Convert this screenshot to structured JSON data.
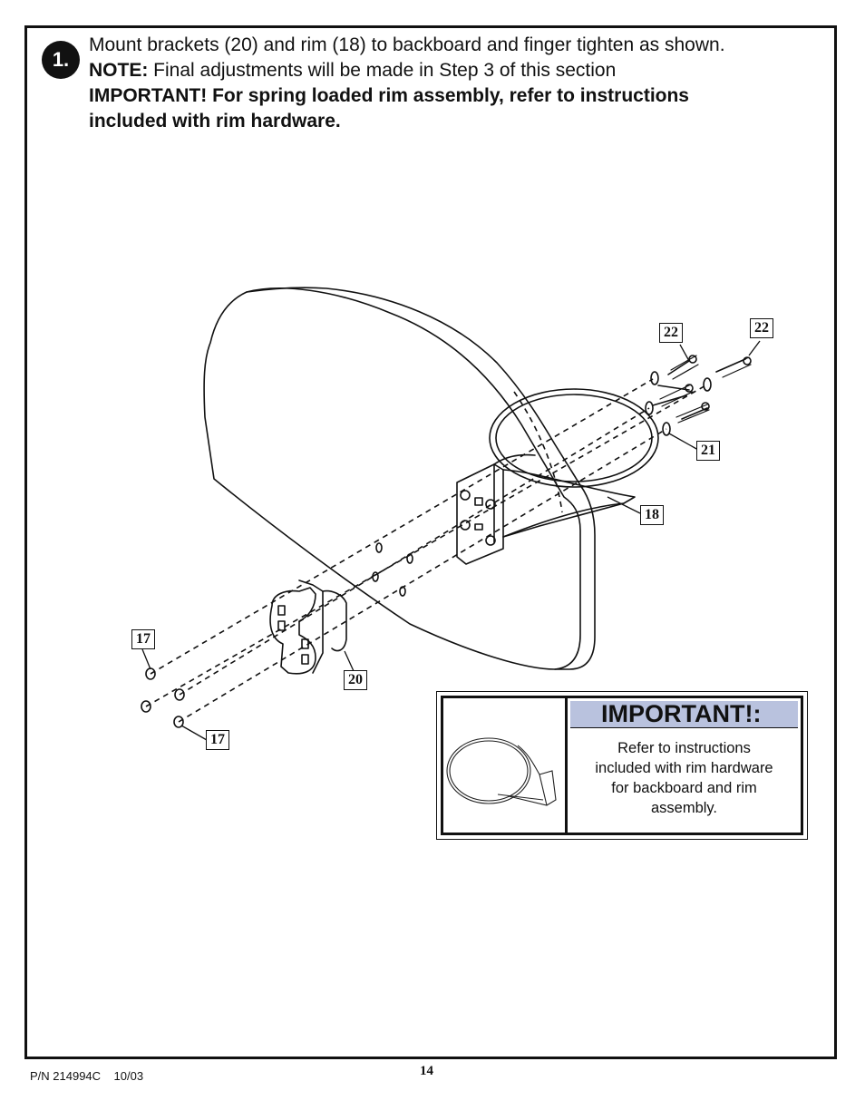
{
  "step": {
    "number": "1.",
    "line1": "Mount brackets (20) and rim (18) to backboard and finger tighten as shown.",
    "note_label": "NOTE:",
    "note_text": " Final adjustments will be made in Step 3 of this section",
    "important_line1": "IMPORTANT! For spring loaded rim assembly, refer to instructions",
    "important_line2": "included with rim hardware."
  },
  "callouts": {
    "bolt_left": "22",
    "bolt_right": "22",
    "washer": "21",
    "rim": "18",
    "nut_top": "17",
    "bracket": "20",
    "nut_bottom": "17"
  },
  "important_box": {
    "heading": "IMPORTANT!:",
    "line1": "Refer to instructions",
    "line2": "included with rim hardware",
    "line3": "for backboard and rim",
    "line4": "assembly."
  },
  "footer": {
    "part_number": "P/N 214994C",
    "date": "10/03",
    "page": "14"
  }
}
